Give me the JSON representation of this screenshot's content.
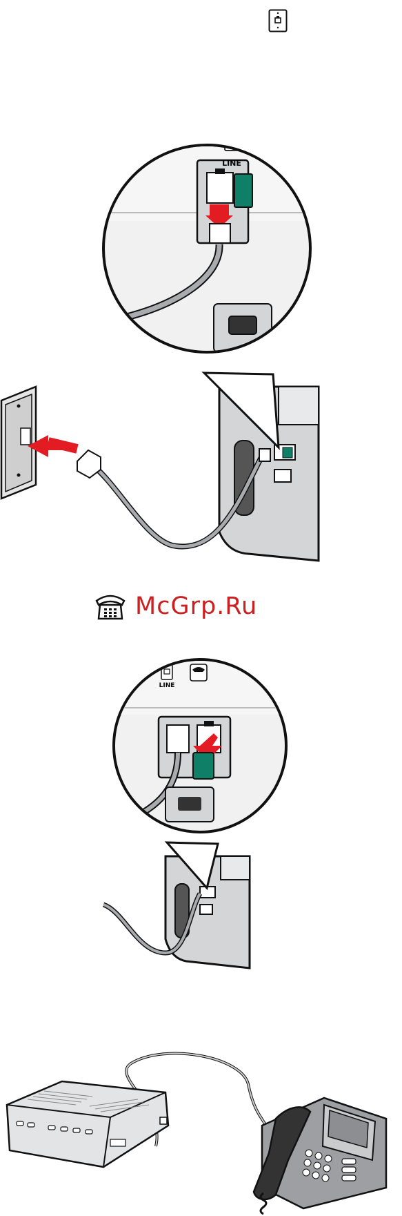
{
  "figure1": {
    "port_label": "LINE"
  },
  "figure2": {
    "port_label": "LINE"
  },
  "watermark": {
    "text": "McGrp.Ru"
  },
  "colors": {
    "arrow": "#e31c23",
    "jack_green": "#0f7f68",
    "cord": "#a9abae",
    "outline": "#111111"
  }
}
